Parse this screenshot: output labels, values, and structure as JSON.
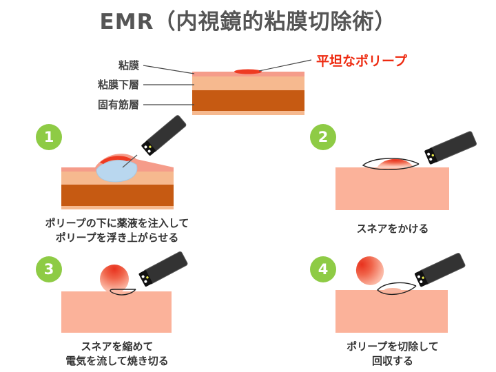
{
  "title": "EMR（内視鏡的粘膜切除術）",
  "layers": {
    "mucosa": "粘膜",
    "submucosa": "粘膜下層",
    "muscle": "固有筋層",
    "polyp": "平坦なポリープ"
  },
  "steps": [
    {
      "number": "1",
      "lines": [
        "ポリープの下に薬液を注入して",
        "ポリープを浮き上がらせる"
      ]
    },
    {
      "number": "2",
      "lines": [
        "スネアをかける"
      ]
    },
    {
      "number": "3",
      "lines": [
        "スネアを縮めて",
        "電気を流して焼き切る"
      ]
    },
    {
      "number": "4",
      "lines": [
        "ポリープを切除して",
        "回収する"
      ]
    }
  ],
  "colors": {
    "mucosa": "#f59c8a",
    "submucosa": "#f6b98f",
    "muscle": "#c65a12",
    "tissue": "#fbb29a",
    "polyp": "#ee3b22",
    "injection": "#b9d7ef",
    "step_badge": "#8ecb45",
    "endoscope": "#333333"
  }
}
